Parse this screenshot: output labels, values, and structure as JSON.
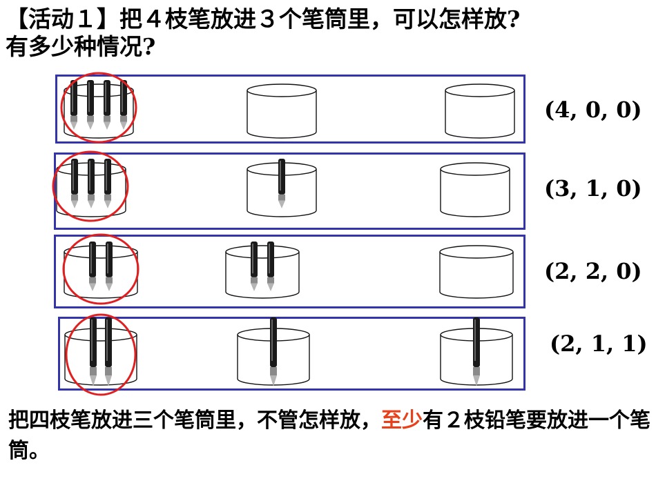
{
  "title": {
    "line1": "【活动１】把４枝笔放进３个笔筒里，可以怎样放?",
    "line2": "有多少种情况?"
  },
  "rows": [
    {
      "label": "(4, 0, 0)",
      "pens": [
        4,
        0,
        0
      ]
    },
    {
      "label": "(3, 1, 0)",
      "pens": [
        3,
        1,
        0
      ]
    },
    {
      "label": "(2, 2, 0)",
      "pens": [
        2,
        2,
        0
      ]
    },
    {
      "label": "(2, 1, 1)",
      "pens": [
        2,
        1,
        1
      ]
    }
  ],
  "conclusion": {
    "before": "把四枝笔放进三个笔筒里，不管怎样放，",
    "highlight": "至少",
    "after": "有２枝铅笔要放进一个笔筒。"
  },
  "colors": {
    "box_border": "#3333aa",
    "circle": "#e02020",
    "highlight": "#e8401a"
  }
}
